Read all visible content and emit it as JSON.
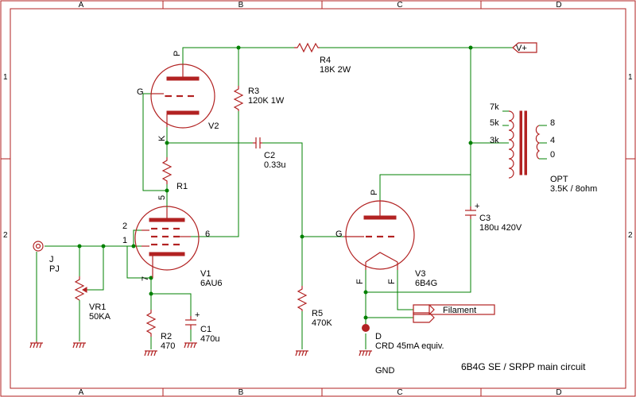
{
  "frame": {
    "top_zones": [
      "A",
      "B",
      "C",
      "D"
    ],
    "bottom_zones": [
      "A",
      "B",
      "C",
      "D"
    ],
    "left_zones": [
      "1",
      "2"
    ],
    "right_zones": [
      "1",
      "2"
    ]
  },
  "title": "6B4G SE / SRPP main circuit",
  "tubes": {
    "v1": {
      "ref": "V1",
      "value": "6AU6",
      "pin2": "2",
      "pin1": "1",
      "pin5": "5",
      "pin6": "6",
      "pin7": "7"
    },
    "v2": {
      "ref": "V2",
      "pin_p": "P",
      "pin_g": "G",
      "pin_k": "K"
    },
    "v3": {
      "ref": "V3",
      "value": "6B4G",
      "pin_p": "P",
      "pin_g": "G",
      "pin_f1": "F",
      "pin_f2": "F"
    }
  },
  "resistors": {
    "r1": {
      "ref": "R1"
    },
    "r2": {
      "ref": "R2",
      "value": "470"
    },
    "r3": {
      "ref": "R3",
      "value": "120K 1W"
    },
    "r4": {
      "ref": "R4",
      "value": "18K 2W"
    },
    "r5": {
      "ref": "R5",
      "value": "470K"
    }
  },
  "capacitors": {
    "c1": {
      "ref": "C1",
      "value": "470u"
    },
    "c2": {
      "ref": "C2",
      "value": "0.33u"
    },
    "c3": {
      "ref": "C3",
      "value": "180u 420V"
    }
  },
  "jack": {
    "ref": "J",
    "value": "PJ"
  },
  "pot": {
    "ref": "VR1",
    "value": "50KA"
  },
  "diode": {
    "ref": "D",
    "value": "CRD 45mA equiv."
  },
  "transformer": {
    "primary_taps": [
      "7k",
      "5k",
      "3k"
    ],
    "secondary_taps": [
      "8",
      "4",
      "0"
    ],
    "ref": "OPT",
    "value": "3.5K / 8ohm"
  },
  "ports": {
    "vplus": "V+",
    "filament": "Filament"
  },
  "gnd_label": "GND"
}
